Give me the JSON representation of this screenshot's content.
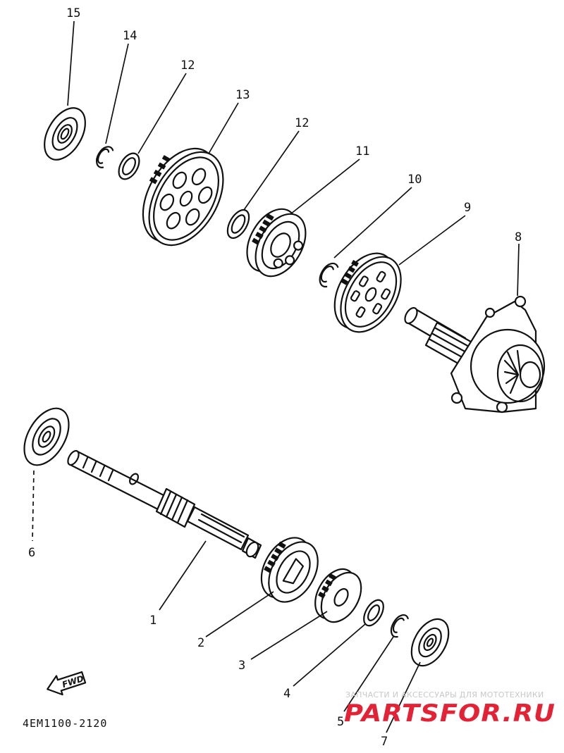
{
  "diagram": {
    "code": "4EM1100-2120",
    "fwd_label": "FWD",
    "callouts": [
      "1",
      "2",
      "3",
      "4",
      "5",
      "6",
      "7",
      "8",
      "9",
      "10",
      "11",
      "12",
      "12",
      "13",
      "14",
      "15"
    ]
  },
  "watermark": {
    "caption": "ЗАПЧАСТИ И АКСЕССУАРЫ ДЛЯ МОТОТЕХНИКИ",
    "logo": "PARTSFOR.RU"
  }
}
